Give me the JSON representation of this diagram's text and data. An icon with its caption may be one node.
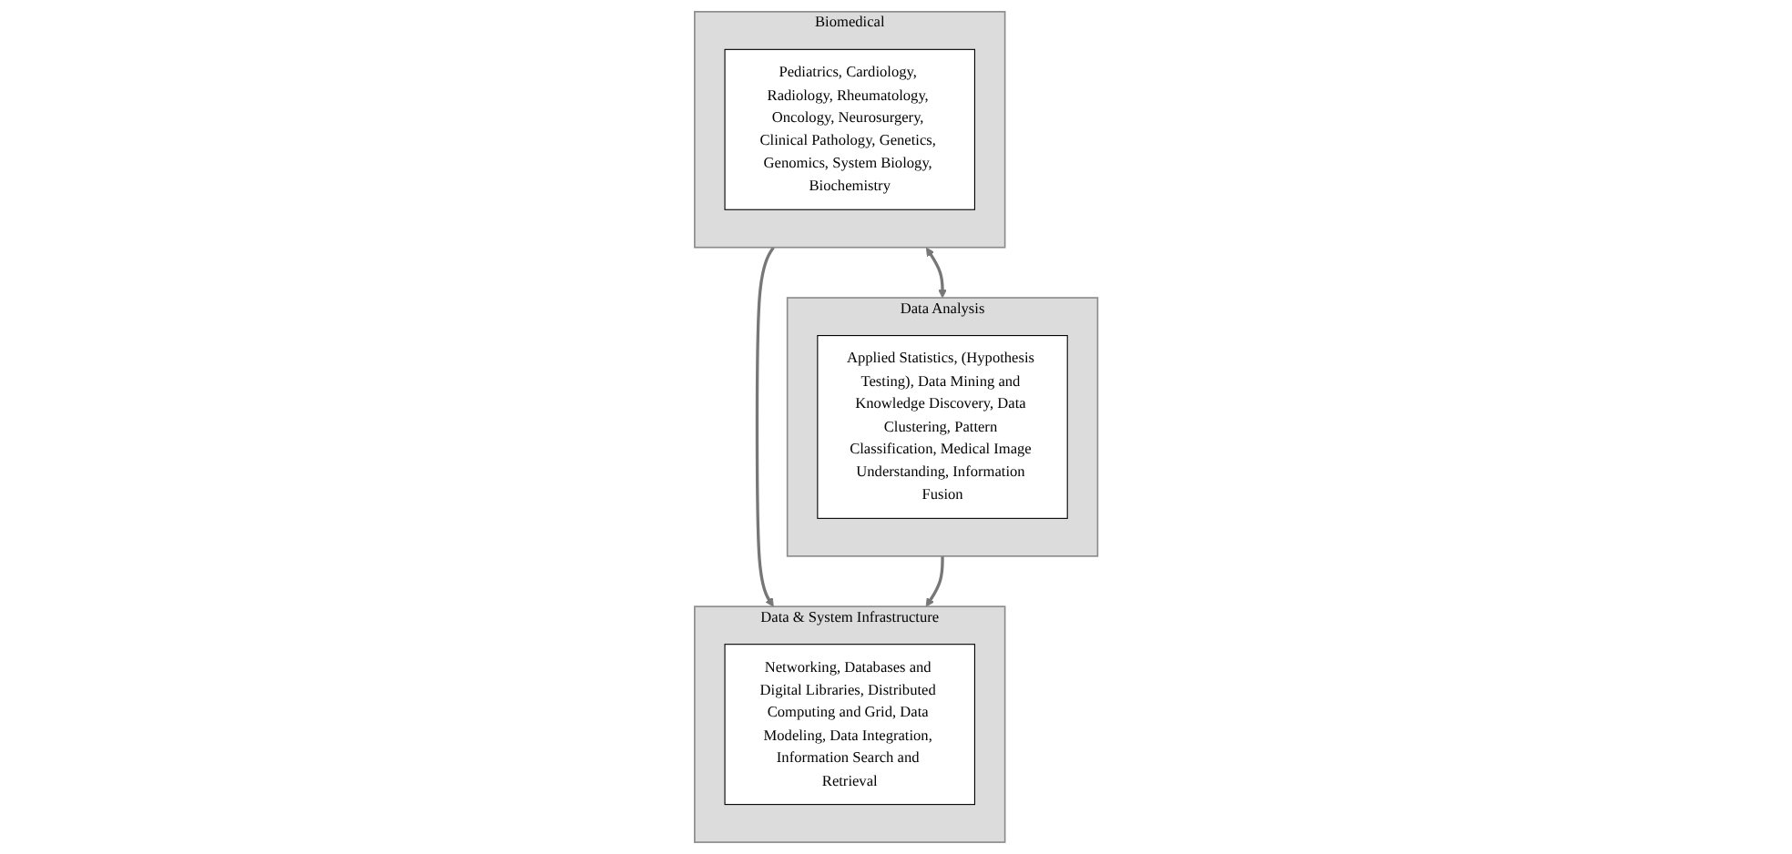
{
  "diagram": {
    "nodes": [
      {
        "text": [
          "Biomedical"
        ]
      },
      {
        "text": [
          "Pediatrics, Cardiology, Radiology, Rheumatology, Oncology, Neurosurgery, Clinical Pathology, Genetics, Genomics, System Biology, Biochemistry"
        ],
        "in": 0
      },
      {
        "text": [
          "Data Analysis"
        ]
      },
      {
        "text": [
          "Applied Statistics, (Hypothesis Testing), Data Mining and Knowledge Discovery, Data Clustering, Pattern Classification, Medical Image Understanding, Information Fusion"
        ],
        "in": 2
      },
      {
        "text": [
          "Data & System Infrastructure"
        ]
      },
      {
        "text": [
          "Networking, Databases and Digital Libraries, Distributed Computing and Grid, Data Modeling, Data Integration, Information Search and Retrieval"
        ],
        "in": 4
      }
    ],
    "edges": [
      {
        "from": 0,
        "to": 2,
        "arrow": "both"
      },
      {
        "from": 0,
        "to": 4,
        "arrow": "to"
      },
      {
        "from": 2,
        "to": 4,
        "arrow": "to"
      }
    ]
  }
}
